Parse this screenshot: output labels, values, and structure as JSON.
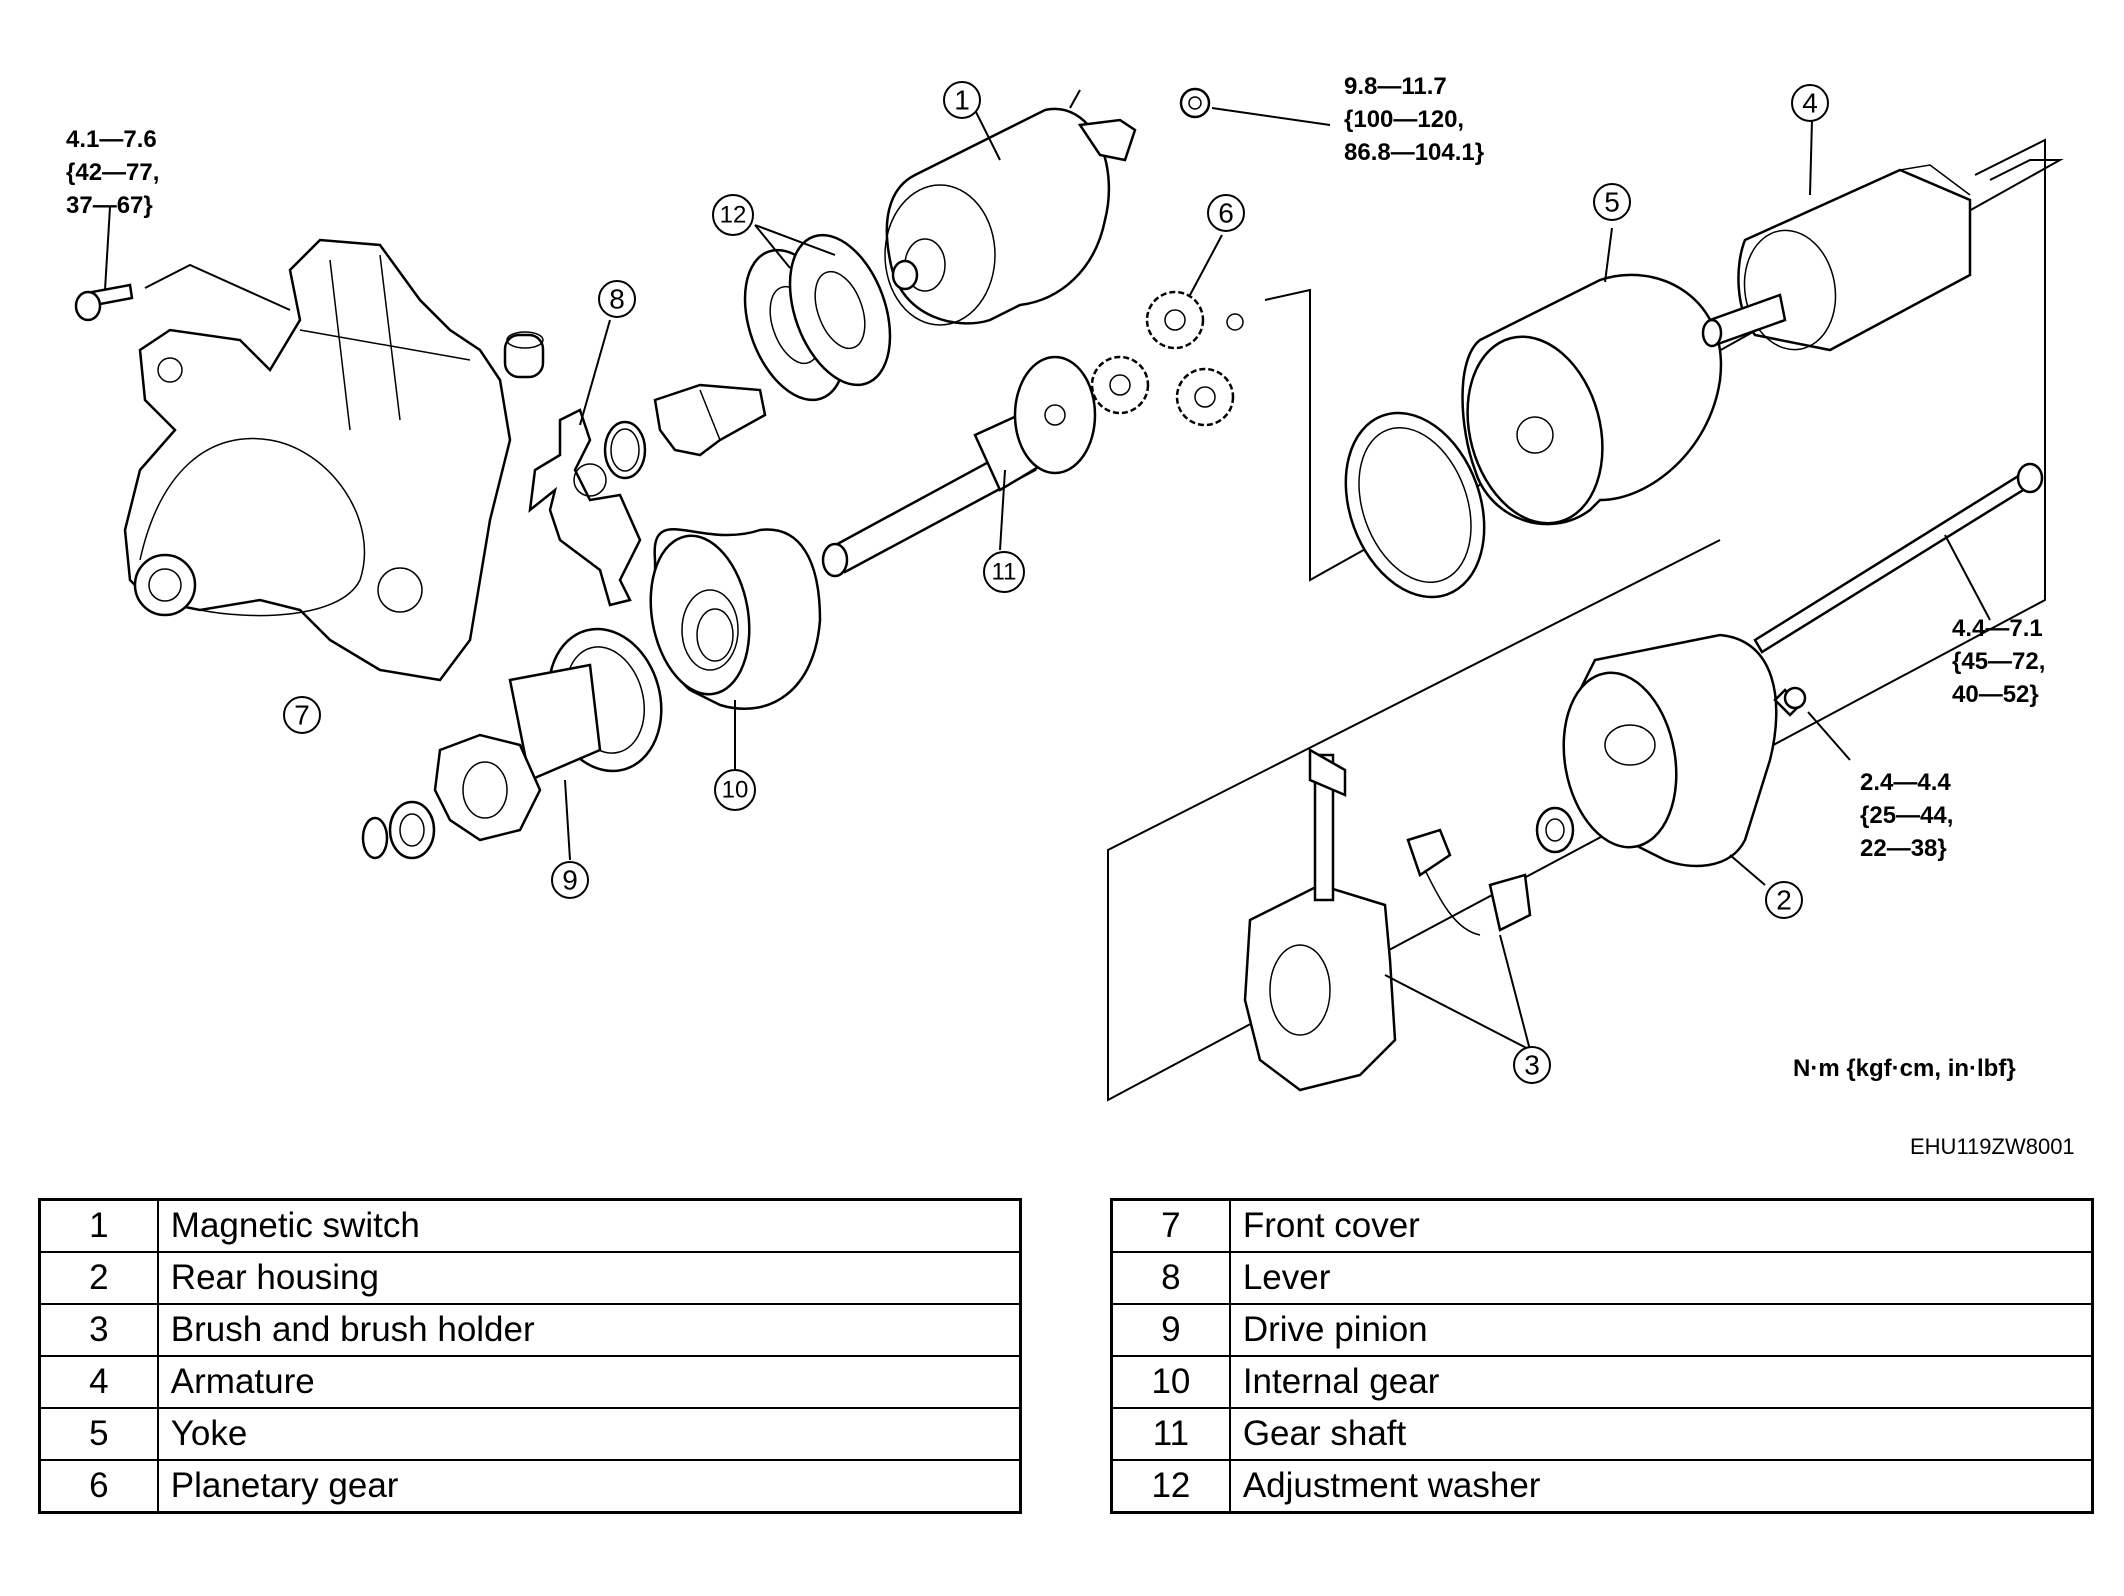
{
  "callouts": [
    {
      "id": "c1",
      "label": "1"
    },
    {
      "id": "c2",
      "label": "2"
    },
    {
      "id": "c3",
      "label": "3"
    },
    {
      "id": "c4",
      "label": "4"
    },
    {
      "id": "c5",
      "label": "5"
    },
    {
      "id": "c6",
      "label": "6"
    },
    {
      "id": "c7",
      "label": "7"
    },
    {
      "id": "c8",
      "label": "8"
    },
    {
      "id": "c9",
      "label": "9"
    },
    {
      "id": "c10",
      "label": "10"
    },
    {
      "id": "c11",
      "label": "11"
    },
    {
      "id": "c12",
      "label": "12"
    }
  ],
  "torque_specs": {
    "front_bolt": "4.1—7.6\n{42—77,\n37—67}",
    "switch_nut": "9.8—11.7\n{100—120,\n86.8—104.1}",
    "through_bolt": "4.4—7.1\n{45—72,\n40—52}",
    "rear_screw": "2.4—4.4\n{25—44,\n22—38}"
  },
  "units_note": "N·m {kgf·cm, in·lbf}",
  "figure_code": "EHU119ZW8001",
  "parts_left": [
    {
      "num": "1",
      "name": "Magnetic switch"
    },
    {
      "num": "2",
      "name": "Rear housing"
    },
    {
      "num": "3",
      "name": "Brush and brush holder"
    },
    {
      "num": "4",
      "name": "Armature"
    },
    {
      "num": "5",
      "name": "Yoke"
    },
    {
      "num": "6",
      "name": "Planetary gear"
    }
  ],
  "parts_right": [
    {
      "num": "7",
      "name": "Front cover"
    },
    {
      "num": "8",
      "name": "Lever"
    },
    {
      "num": "9",
      "name": "Drive pinion"
    },
    {
      "num": "10",
      "name": "Internal gear"
    },
    {
      "num": "11",
      "name": "Gear shaft"
    },
    {
      "num": "12",
      "name": "Adjustment washer"
    }
  ]
}
